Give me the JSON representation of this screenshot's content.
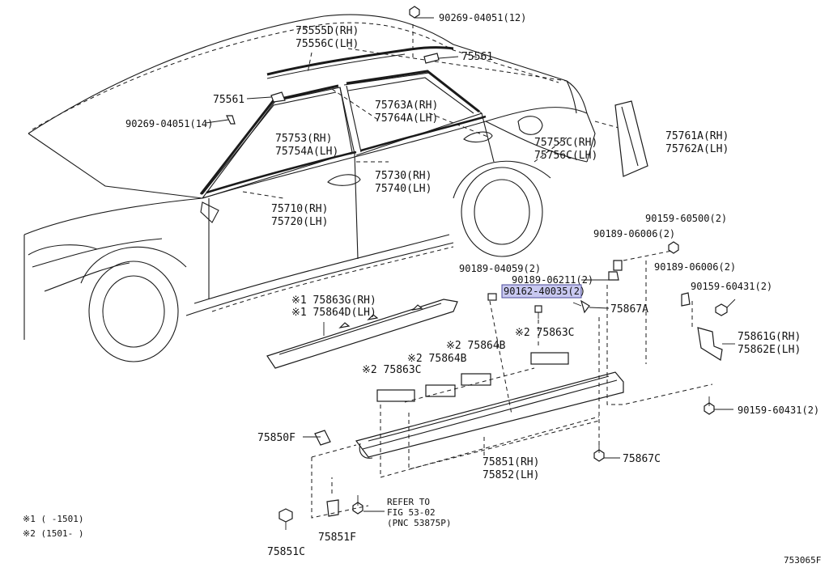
{
  "diagram_id": "753065F",
  "notes": {
    "note1": "※1 (    -1501)",
    "note2": "※2 (1501-    )"
  },
  "parts": {
    "p90269_top": "90269-04051(12)",
    "p75555D": "75555D(RH)",
    "p75556C": "75556C(LH)",
    "p75561_a": "75561",
    "p75561_b": "75561",
    "p90269_left": "90269-04051(14)",
    "p75763A": "75763A(RH)",
    "p75764A": "75764A(LH)",
    "p75753": "75753(RH)",
    "p75754A": "75754A(LH)",
    "p75755C": "75755C(RH)",
    "p75756C": "75756C(LH)",
    "p75761A": "75761A(RH)",
    "p75762A": "75762A(LH)",
    "p75730": "75730(RH)",
    "p75740": "75740(LH)",
    "p75710": "75710(RH)",
    "p75720": "75720(LH)",
    "p90159_60500": "90159-60500(2)",
    "p90189_06006_a": "90189-06006(2)",
    "p90189_04059": "90189-04059(2)",
    "p90189_06211": "90189-06211(2)",
    "p90189_06006_b": "90189-06006(2)",
    "p90162_40035": "90162-40035(2)",
    "p90159_60431_a": "90159-60431(2)",
    "p75867A": "75867A",
    "p75863G": "※1 75863G(RH)",
    "p75864D": "※1 75864D(LH)",
    "p75861G": "75861G(RH)",
    "p75862E": "75862E(LH)",
    "p75863C_a": "※2 75863C",
    "p75864B_a": "※2 75864B",
    "p75864B_b": "※2 75864B",
    "p75863C_b": "※2 75863C",
    "p90159_60431_b": "90159-60431(2)",
    "p75850F": "75850F",
    "p75851": "75851(RH)",
    "p75852": "75852(LH)",
    "p75867C": "75867C",
    "refer1": "REFER TO",
    "refer2": "FIG 53-02",
    "refer3": "(PNC 53875P)",
    "p75851F": "75851F",
    "p75851C": "75851C"
  }
}
